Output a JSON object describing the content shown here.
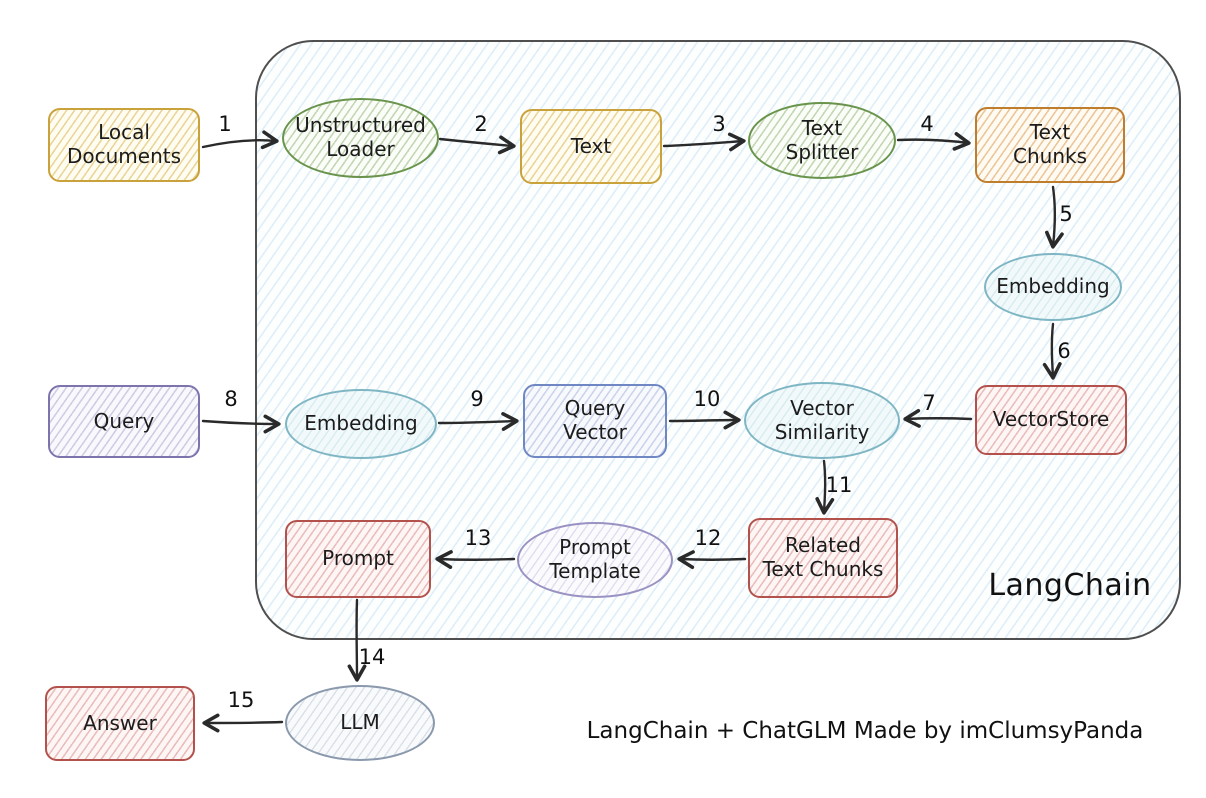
{
  "diagram": {
    "container_label": "LangChain",
    "caption": "LangChain + ChatGLM Made by imClumsyPanda"
  },
  "nodes": {
    "local_documents": {
      "label": "Local\nDocuments",
      "shape": "rect",
      "color": "#c9a23b"
    },
    "unstructured_loader": {
      "label": "Unstructured\nLoader",
      "shape": "ellipse",
      "color": "#69944c"
    },
    "text": {
      "label": "Text",
      "shape": "rect",
      "color": "#c9a23b"
    },
    "text_splitter": {
      "label": "Text\nSplitter",
      "shape": "ellipse",
      "color": "#69944c"
    },
    "text_chunks": {
      "label": "Text\nChunks",
      "shape": "rect",
      "color": "#bf7d2e"
    },
    "embedding_right": {
      "label": "Embedding",
      "shape": "ellipse",
      "color": "#7fb6c4"
    },
    "vectorstore": {
      "label": "VectorStore",
      "shape": "rect",
      "color": "#b3524d"
    },
    "query": {
      "label": "Query",
      "shape": "rect",
      "color": "#7d74ae"
    },
    "embedding_left": {
      "label": "Embedding",
      "shape": "ellipse",
      "color": "#7fb6c4"
    },
    "query_vector": {
      "label": "Query\nVector",
      "shape": "rect",
      "color": "#6f87c2"
    },
    "vector_similarity": {
      "label": "Vector\nSimilarity",
      "shape": "ellipse",
      "color": "#7fb6c4"
    },
    "related_text_chunks": {
      "label": "Related\nText Chunks",
      "shape": "rect",
      "color": "#b3524d"
    },
    "prompt_template": {
      "label": "Prompt\nTemplate",
      "shape": "ellipse",
      "color": "#9992c2"
    },
    "prompt": {
      "label": "Prompt",
      "shape": "rect",
      "color": "#b3524d"
    },
    "llm": {
      "label": "LLM",
      "shape": "ellipse",
      "color": "#8b99ad"
    },
    "answer": {
      "label": "Answer",
      "shape": "rect",
      "color": "#b3524d"
    }
  },
  "arrows": [
    {
      "num": "1",
      "from": "local_documents",
      "to": "unstructured_loader"
    },
    {
      "num": "2",
      "from": "unstructured_loader",
      "to": "text"
    },
    {
      "num": "3",
      "from": "text",
      "to": "text_splitter"
    },
    {
      "num": "4",
      "from": "text_splitter",
      "to": "text_chunks"
    },
    {
      "num": "5",
      "from": "text_chunks",
      "to": "embedding_right"
    },
    {
      "num": "6",
      "from": "embedding_right",
      "to": "vectorstore"
    },
    {
      "num": "7",
      "from": "vectorstore",
      "to": "vector_similarity"
    },
    {
      "num": "8",
      "from": "query",
      "to": "embedding_left"
    },
    {
      "num": "9",
      "from": "embedding_left",
      "to": "query_vector"
    },
    {
      "num": "10",
      "from": "query_vector",
      "to": "vector_similarity"
    },
    {
      "num": "11",
      "from": "vector_similarity",
      "to": "related_text_chunks"
    },
    {
      "num": "12",
      "from": "related_text_chunks",
      "to": "prompt_template"
    },
    {
      "num": "13",
      "from": "prompt_template",
      "to": "prompt"
    },
    {
      "num": "14",
      "from": "prompt",
      "to": "llm"
    },
    {
      "num": "15",
      "from": "llm",
      "to": "answer"
    }
  ],
  "palette": {
    "container_border": "#4f4f4f",
    "container_hatch": "#9acbeb",
    "arrow_stroke": "#2a2a2a",
    "text_color": "#1c1c1c"
  }
}
